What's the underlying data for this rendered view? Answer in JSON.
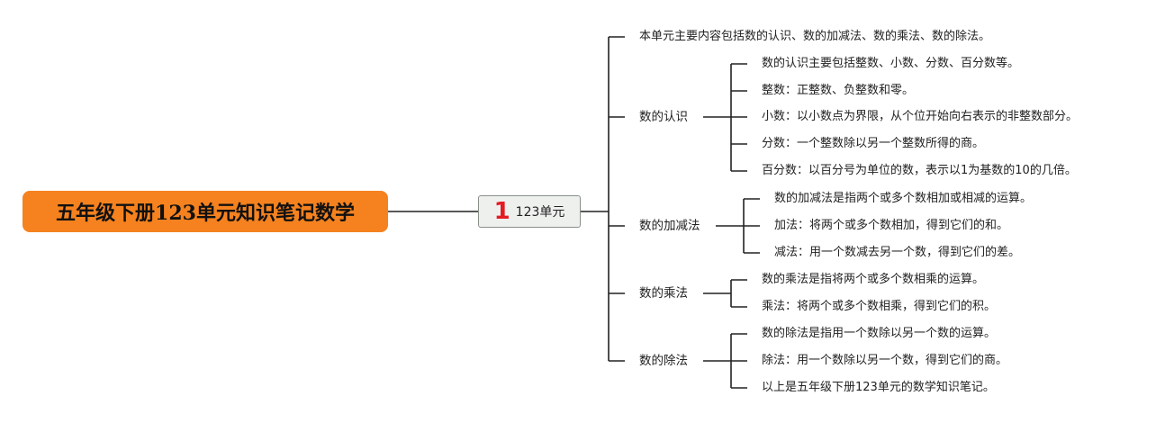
{
  "root": {
    "title": "五年级下册123单元知识笔记数学"
  },
  "unit": {
    "icon": "number-one-icon",
    "number_glyph": "1",
    "label": "123单元"
  },
  "intro": "本单元主要内容包括数的认识、数的加减法、数的乘法、数的除法。",
  "sections": [
    {
      "title": "数的认识",
      "items": [
        "数的认识主要包括整数、小数、分数、百分数等。",
        "整数：正整数、负整数和零。",
        "小数：以小数点为界限，从个位开始向右表示的非整数部分。",
        "分数：一个整数除以另一个整数所得的商。",
        "百分数：以百分号为单位的数，表示以1为基数的10的几倍。"
      ]
    },
    {
      "title": "数的加减法",
      "items": [
        "数的加减法是指两个或多个数相加或相减的运算。",
        "加法：将两个或多个数相加，得到它们的和。",
        "减法：用一个数减去另一个数，得到它们的差。"
      ]
    },
    {
      "title": "数的乘法",
      "items": [
        "数的乘法是指将两个或多个数相乘的运算。",
        "乘法：将两个或多个数相乘，得到它们的积。"
      ]
    },
    {
      "title": "数的除法",
      "items": [
        "数的除法是指用一个数除以另一个数的运算。",
        "除法：用一个数除以另一个数，得到它们的商。",
        "以上是五年级下册123单元的数学知识笔记。"
      ]
    }
  ],
  "colors": {
    "root_fill": "#f5821f",
    "unit_fill": "#eef0ee",
    "unit_icon": "#e31b23",
    "line": "#222222"
  }
}
